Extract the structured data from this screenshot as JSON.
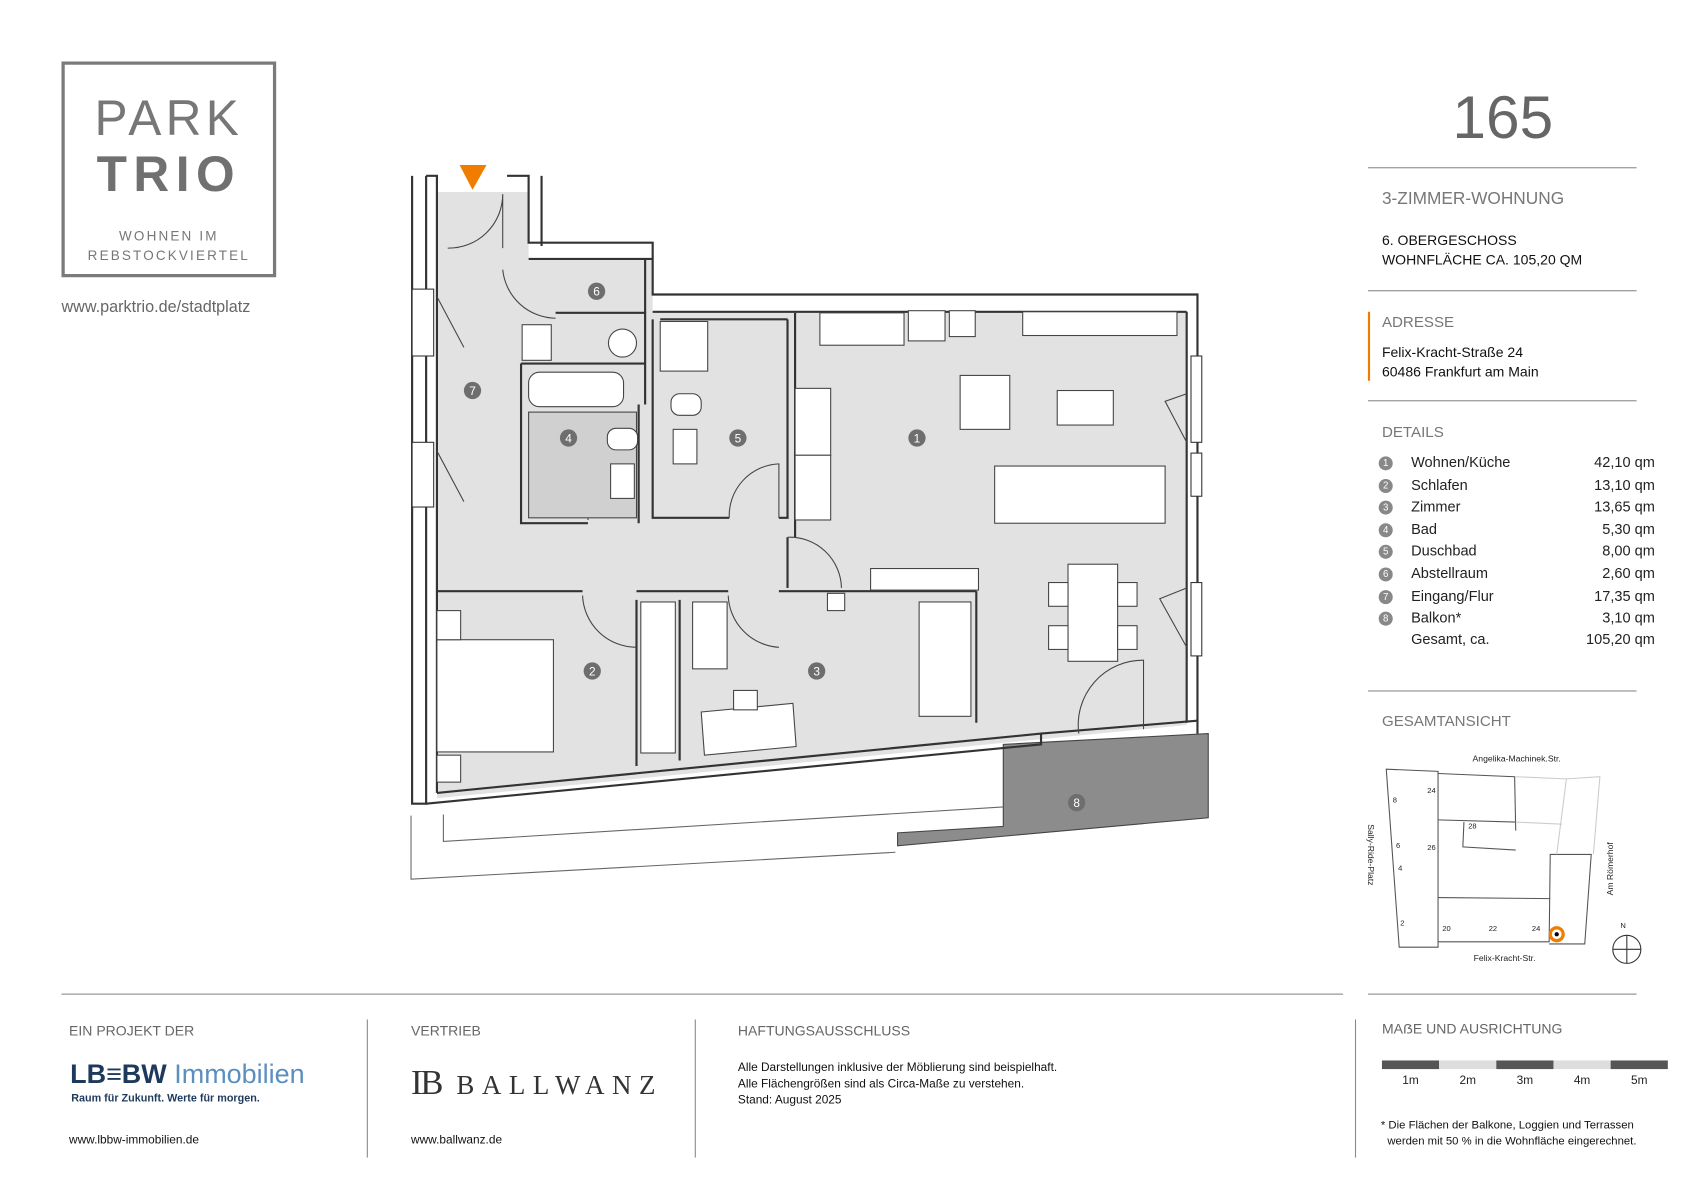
{
  "logo": {
    "line1": "PARK",
    "line2": "TRIO",
    "tagline1": "WOHNEN IM",
    "tagline2": "REBSTOCKVIERTEL"
  },
  "website": "www.parktrio.de/stadtplatz",
  "unit_number": "165",
  "apartment_type": "3-ZIMMER-WOHNUNG",
  "floor": "6. OBERGESCHOSS",
  "living_area": "WOHNFLÄCHE CA. 105,20 QM",
  "address": {
    "title": "ADRESSE",
    "street": "Felix-Kracht-Straße 24",
    "city": "60486 Frankfurt am Main"
  },
  "details": {
    "title": "DETAILS",
    "rows": [
      {
        "num": "1",
        "label": "Wohnen/Küche",
        "value": "42,10 qm"
      },
      {
        "num": "2",
        "label": "Schlafen",
        "value": "13,10 qm"
      },
      {
        "num": "3",
        "label": "Zimmer",
        "value": "13,65 qm"
      },
      {
        "num": "4",
        "label": "Bad",
        "value": "5,30 qm"
      },
      {
        "num": "5",
        "label": "Duschbad",
        "value": "8,00 qm"
      },
      {
        "num": "6",
        "label": "Abstellraum",
        "value": "2,60 qm"
      },
      {
        "num": "7",
        "label": "Eingang/Flur",
        "value": "17,35 qm"
      },
      {
        "num": "8",
        "label": "Balkon*",
        "value": "3,10 qm"
      }
    ],
    "total_label": "Gesamt, ca.",
    "total_value": "105,20 qm"
  },
  "overview": {
    "title": "GESAMTANSICHT",
    "streets": {
      "north": "Angelika-Machinek.Str.",
      "south": "Felix-Kracht-Str.",
      "west": "Sally-Ride-Platz",
      "east": "Am Römerhof"
    },
    "house_numbers": [
      "8",
      "6",
      "4",
      "2",
      "24",
      "26",
      "28",
      "20",
      "22",
      "24"
    ],
    "north_label": "N"
  },
  "floorplan": {
    "room_numbers": [
      "1",
      "2",
      "3",
      "4",
      "5",
      "6",
      "7",
      "8"
    ]
  },
  "footer": {
    "project_title": "EIN PROJEKT DER",
    "lbbw_name": "LB≡BW",
    "lbbw_suffix": "Immobilien",
    "lbbw_slogan": "Raum für Zukunft. Werte für morgen.",
    "lbbw_url": "www.lbbw-immobilien.de",
    "sales_title": "VERTRIEB",
    "ballwanz_name": "BALLWANZ",
    "ballwanz_url": "www.ballwanz.de",
    "disclaimer_title": "HAFTUNGSAUSSCHLUSS",
    "disclaimer_lines": [
      "Alle Darstellungen inklusive der Möblierung sind beispielhaft.",
      "Alle Flächengrößen sind als Circa-Maße zu verstehen.",
      "Stand: August 2025"
    ],
    "scale_title": "MAẞE UND AUSRICHTUNG",
    "scale_labels": [
      "1m",
      "2m",
      "3m",
      "4m",
      "5m"
    ],
    "footnote_lines": [
      "* Die Flächen der Balkone, Loggien und Terrassen",
      "werden mit 50 % in die Wohnfläche eingerechnet."
    ]
  },
  "colors": {
    "accent": "#f07d00",
    "gray": "#777777",
    "lbbw_dark": "#1d3a5c",
    "lbbw_light": "#5b8fbf"
  }
}
